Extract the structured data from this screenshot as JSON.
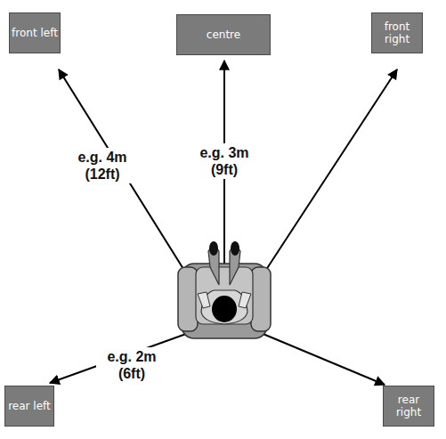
{
  "diagram": {
    "nodes": [
      {
        "text": [
          "front left"
        ]
      },
      {
        "text": [
          "centre"
        ]
      },
      {
        "text": [
          "front right"
        ]
      },
      {
        "text": [
          "rear left"
        ]
      },
      {
        "text": [
          "rear right"
        ]
      }
    ],
    "labels": [
      "e.g. 4m (12ft)",
      "e.g. 3m (9ft)",
      "e.g. 2m (6ft)"
    ]
  }
}
